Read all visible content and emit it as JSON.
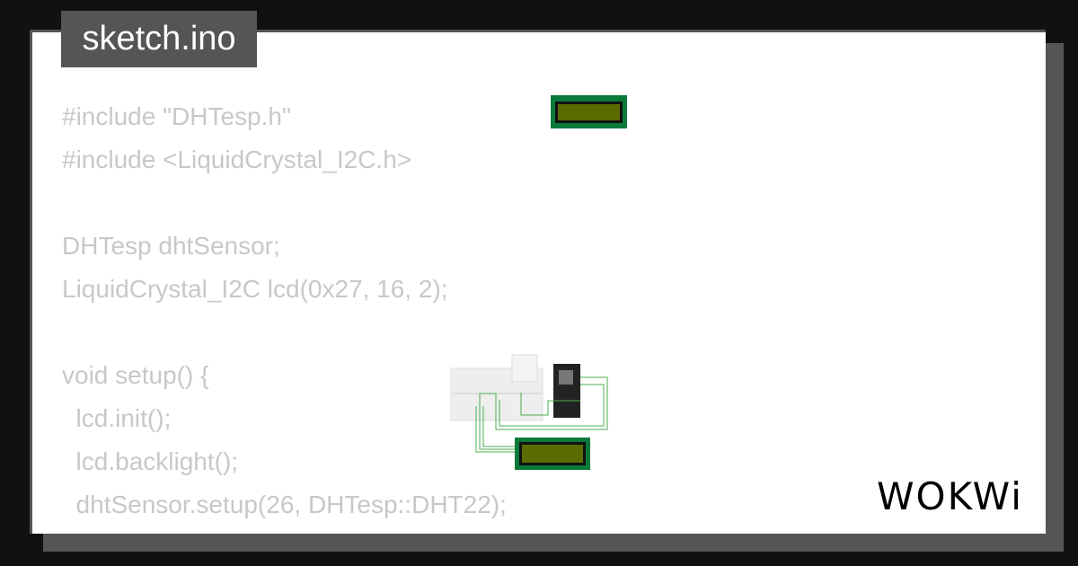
{
  "file_tab": "sketch.ino",
  "code_lines": [
    "#include \"DHTesp.h\"",
    "#include <LiquidCrystal_I2C.h>",
    "",
    "DHTesp dhtSensor;",
    "LiquidCrystal_I2C lcd(0x27, 16, 2);",
    "",
    "void setup() {",
    "  lcd.init();",
    "  lcd.backlight();",
    "  dhtSensor.setup(26, DHTesp::DHT22);",
    "}"
  ],
  "logo": "WOKWi",
  "colors": {
    "background": "#111111",
    "panel": "#ffffff",
    "frame": "#555555",
    "code_text": "#c8c8c8",
    "lcd_pcb": "#0a7a3a",
    "lcd_screen": "#5c6b00",
    "wire": "#4caf50"
  }
}
